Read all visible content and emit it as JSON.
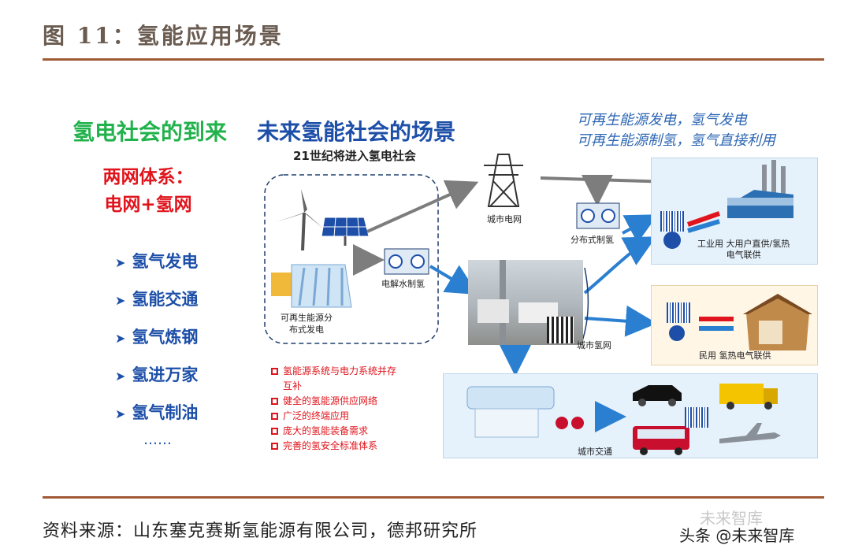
{
  "figure_title": "图 11：氢能应用场景",
  "source": "资料来源：山东塞克赛斯氢能源有限公司，德邦研究所",
  "watermark": "头条 @未来智库",
  "watermark_ghost": "未来智库",
  "heading_green": "氢电社会的到来",
  "heading_blue": "未来氢能社会的场景",
  "century_label": "21世纪将进入氢电社会",
  "tagline": [
    "可再生能源发电，氢气发电",
    "可再生能源制氢，氢气直接利用"
  ],
  "two_networks": [
    "两网体系：",
    "电网+氢网"
  ],
  "applications": [
    "氢气发电",
    "氢能交通",
    "氢气炼钢",
    "氢进万家",
    "氢气制油"
  ],
  "ellipsis": "……",
  "labels": {
    "distributed_gen": [
      "可再生能源分",
      "布式发电"
    ],
    "electrolysis": "电解水制氢",
    "city_grid": "城市电网",
    "distributed_h2": "分布式制氢",
    "city_h2_grid": "城市氢网",
    "city_transport": "城市交通",
    "industrial": [
      "工业用  大用户直供/氢热",
      "电气联供"
    ],
    "residential": "民用  氢热电气联供"
  },
  "features": [
    "氢能源系统与电力系统并存",
    "互补",
    "健全的氢能源供应网络",
    "广泛的终端应用",
    "庞大的氢能装备需求",
    "完善的氢安全标准体系"
  ],
  "colors": {
    "green": "#22b24c",
    "blue": "#1d4fa8",
    "red": "#e0141c",
    "rule": "#a05a35",
    "arrow_blue": "#2b7fd0",
    "arrow_gray": "#7d7d7d"
  }
}
